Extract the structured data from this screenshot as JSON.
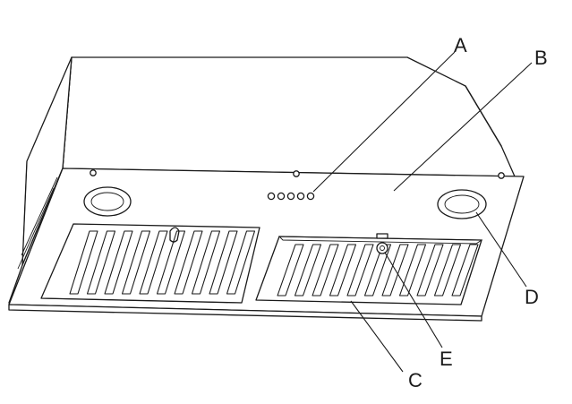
{
  "callouts": {
    "a": "A",
    "b": "B",
    "c": "C",
    "d": "D",
    "e": "E"
  },
  "parts": {
    "control_buttons_count": 5,
    "light_count": 2,
    "filter_count": 2
  }
}
